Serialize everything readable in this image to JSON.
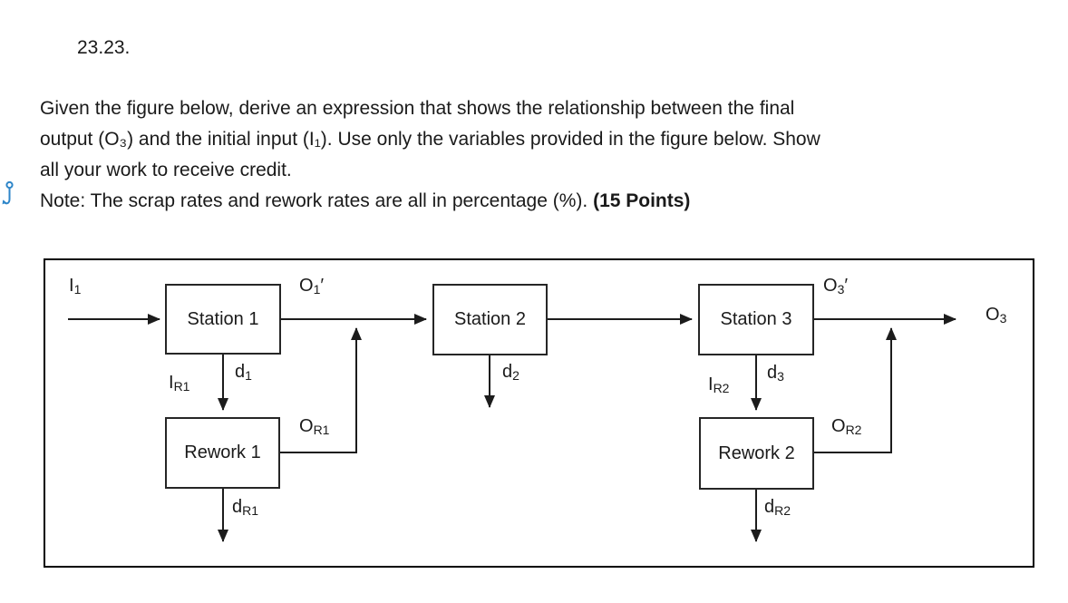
{
  "document": {
    "problem_number": "23.23.",
    "question": {
      "line1": "Given the figure below, derive an expression that shows the relationship between the final",
      "line2": "output (O₃) and the initial input (I₁). Use only the variables provided in the figure below. Show",
      "line3": "all your work to receive credit.",
      "note": "Note: The scrap rates and rework rates are all in percentage (%). ",
      "points": "(15 Points)"
    },
    "anchor_icon_color": "#2e86c9"
  },
  "diagram": {
    "line_color": "#1c1c1c",
    "boxes": [
      {
        "label": "Station 1"
      },
      {
        "label": "Station 2"
      },
      {
        "label": "Station 3"
      },
      {
        "label": "Rework 1"
      },
      {
        "label": "Rework 2"
      }
    ],
    "labels": {
      "i1": {
        "base": "I",
        "sub": "1"
      },
      "o1_prime": {
        "base": "O",
        "sub": "1",
        "suffix": "′"
      },
      "ir1": {
        "base": "I",
        "sub": "R1"
      },
      "d1": {
        "base": "d",
        "sub": "1"
      },
      "or1": {
        "base": "O",
        "sub": "R1"
      },
      "dr1": {
        "base": "d",
        "sub": "R1"
      },
      "d2": {
        "base": "d",
        "sub": "2"
      },
      "o3_prime": {
        "base": "O",
        "sub": "3",
        "suffix": "′"
      },
      "ir2": {
        "base": "I",
        "sub": "R2"
      },
      "d3": {
        "base": "d",
        "sub": "3"
      },
      "or2": {
        "base": "O",
        "sub": "R2"
      },
      "dr2": {
        "base": "d",
        "sub": "R2"
      },
      "o3": {
        "base": "O",
        "sub": "3"
      }
    }
  }
}
